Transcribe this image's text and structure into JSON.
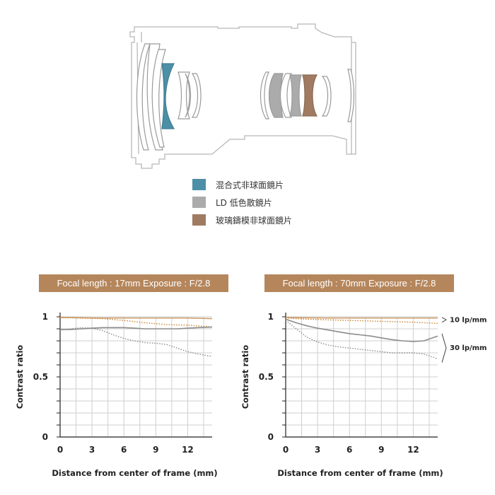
{
  "legend": [
    {
      "label": "混合式非球面鏡片",
      "color": "#4c8fa6"
    },
    {
      "label": "LD 低色散鏡片",
      "color": "#ababab"
    },
    {
      "label": "玻璃鑄模非球面鏡片",
      "color": "#a07b62"
    }
  ],
  "chart_data": [
    {
      "type": "line",
      "title": "Focal length : 17mm Exposure : F/2.8",
      "xlabel": "Distance from center of frame (mm)",
      "ylabel": "Contrast ratio",
      "xlim": [
        0,
        14.3
      ],
      "ylim": [
        0,
        1
      ],
      "xticks": [
        "0",
        "3",
        "6",
        "9",
        "12"
      ],
      "yticks": [
        "0",
        "0.5",
        "1"
      ],
      "grid": true,
      "series": [
        {
          "group": "10 lp/mm",
          "style": "solid",
          "color": "#cfa06f",
          "x": [
            0,
            2,
            4,
            6,
            8,
            10,
            12,
            14.3
          ],
          "y": [
            0.995,
            0.992,
            0.99,
            0.99,
            0.99,
            0.99,
            0.99,
            0.985
          ]
        },
        {
          "group": "10 lp/mm",
          "style": "dotted",
          "color": "#c9822e",
          "x": [
            0,
            2,
            4,
            6,
            8,
            10,
            12,
            14.3
          ],
          "y": [
            0.995,
            0.99,
            0.985,
            0.97,
            0.95,
            0.935,
            0.93,
            0.915
          ]
        },
        {
          "group": "30 lp/mm",
          "style": "solid",
          "color": "#8c8c8c",
          "x": [
            0,
            1,
            2,
            3,
            4,
            5,
            6,
            7,
            8,
            9,
            10,
            11,
            12,
            13,
            14.3
          ],
          "y": [
            0.895,
            0.895,
            0.9,
            0.905,
            0.91,
            0.91,
            0.91,
            0.905,
            0.9,
            0.9,
            0.9,
            0.9,
            0.905,
            0.91,
            0.915
          ]
        },
        {
          "group": "30 lp/mm",
          "style": "dotted",
          "color": "#8c8c8c",
          "x": [
            0,
            1,
            2,
            3,
            4,
            5,
            6,
            7,
            8,
            9,
            10,
            11,
            12,
            13,
            14.3
          ],
          "y": [
            0.89,
            0.9,
            0.91,
            0.905,
            0.885,
            0.85,
            0.82,
            0.8,
            0.785,
            0.78,
            0.77,
            0.74,
            0.71,
            0.69,
            0.67
          ]
        }
      ]
    },
    {
      "type": "line",
      "title": "Focal length : 70mm Exposure : F/2.8",
      "xlabel": "Distance from center of frame (mm)",
      "ylabel": "Contrast ratio",
      "xlim": [
        0,
        14.3
      ],
      "ylim": [
        0,
        1
      ],
      "xticks": [
        "0",
        "3",
        "6",
        "9",
        "12"
      ],
      "yticks": [
        "0",
        "0.5",
        "1"
      ],
      "grid": true,
      "annotations": [
        "10 lp/mm",
        "30 lp/mm"
      ],
      "series": [
        {
          "group": "10 lp/mm",
          "style": "solid",
          "color": "#cfa06f",
          "x": [
            0,
            2,
            4,
            6,
            8,
            10,
            12,
            14.3
          ],
          "y": [
            0.995,
            0.992,
            0.99,
            0.99,
            0.99,
            0.99,
            0.99,
            0.99
          ]
        },
        {
          "group": "10 lp/mm",
          "style": "dotted",
          "color": "#c9822e",
          "x": [
            0,
            2,
            4,
            6,
            8,
            10,
            12,
            14.3
          ],
          "y": [
            0.99,
            0.98,
            0.975,
            0.97,
            0.965,
            0.96,
            0.955,
            0.945
          ]
        },
        {
          "group": "30 lp/mm",
          "style": "solid",
          "color": "#8c8c8c",
          "x": [
            0,
            1,
            2,
            3,
            4,
            5,
            6,
            7,
            8,
            9,
            10,
            11,
            12,
            13,
            14.3
          ],
          "y": [
            0.98,
            0.95,
            0.925,
            0.905,
            0.89,
            0.875,
            0.86,
            0.85,
            0.84,
            0.825,
            0.81,
            0.8,
            0.795,
            0.8,
            0.84
          ]
        },
        {
          "group": "30 lp/mm",
          "style": "dotted",
          "color": "#8c8c8c",
          "x": [
            0,
            1,
            2,
            3,
            4,
            5,
            6,
            7,
            8,
            9,
            10,
            11,
            12,
            13,
            14.3
          ],
          "y": [
            0.97,
            0.9,
            0.83,
            0.79,
            0.765,
            0.75,
            0.74,
            0.73,
            0.72,
            0.71,
            0.7,
            0.7,
            0.7,
            0.69,
            0.65
          ]
        }
      ]
    }
  ]
}
